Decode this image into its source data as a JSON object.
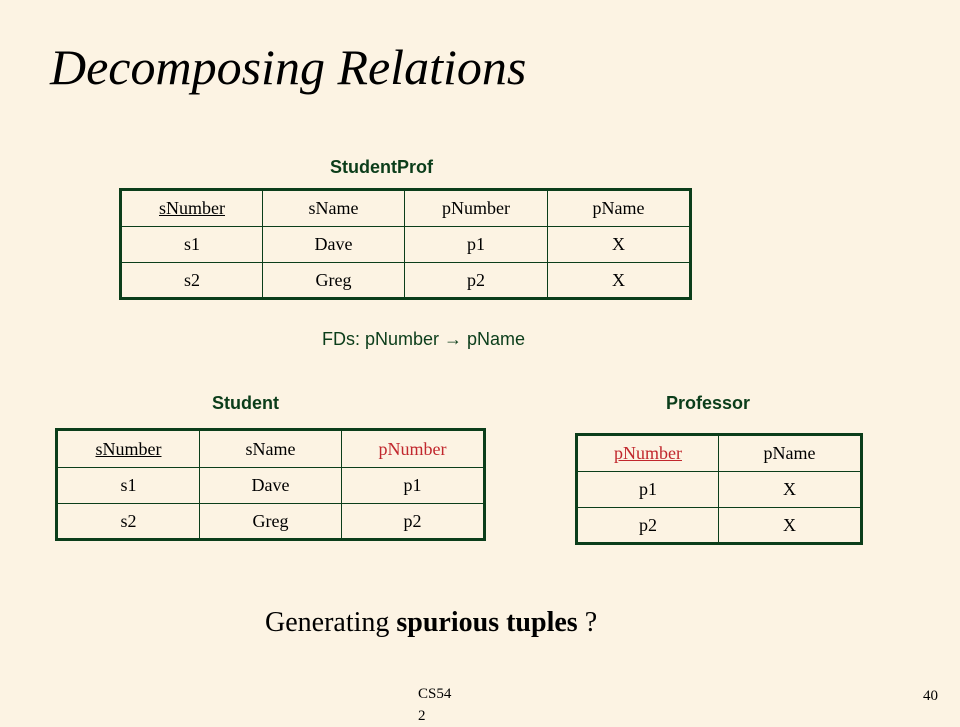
{
  "title": "Decomposing Relations",
  "studentprof": {
    "label": "StudentProf",
    "headers": [
      "sNumber",
      "sName",
      "pNumber",
      "pName"
    ],
    "rows": [
      [
        "s1",
        "Dave",
        "p1",
        "X"
      ],
      [
        "s2",
        "Greg",
        "p2",
        "X"
      ]
    ]
  },
  "fd": {
    "prefix": "FDs: pNumber ",
    "arrow": "→",
    "suffix": " pName"
  },
  "student": {
    "label": "Student",
    "headers": [
      "sNumber",
      "sName",
      "pNumber"
    ],
    "rows": [
      [
        "s1",
        "Dave",
        "p1"
      ],
      [
        "s2",
        "Greg",
        "p2"
      ]
    ]
  },
  "professor": {
    "label": "Professor",
    "headers": [
      "pNumber",
      "pName"
    ],
    "rows": [
      [
        "p1",
        "X"
      ],
      [
        "p2",
        "X"
      ]
    ]
  },
  "question": {
    "lead": "Generating ",
    "bold": "spurious tuples",
    "tail": " ?"
  },
  "footer": {
    "course": "CS542",
    "page": "40"
  },
  "colors": {
    "background": "#fcf3e3",
    "table_border": "#0b3d1a",
    "highlight_red": "#c1272d"
  }
}
